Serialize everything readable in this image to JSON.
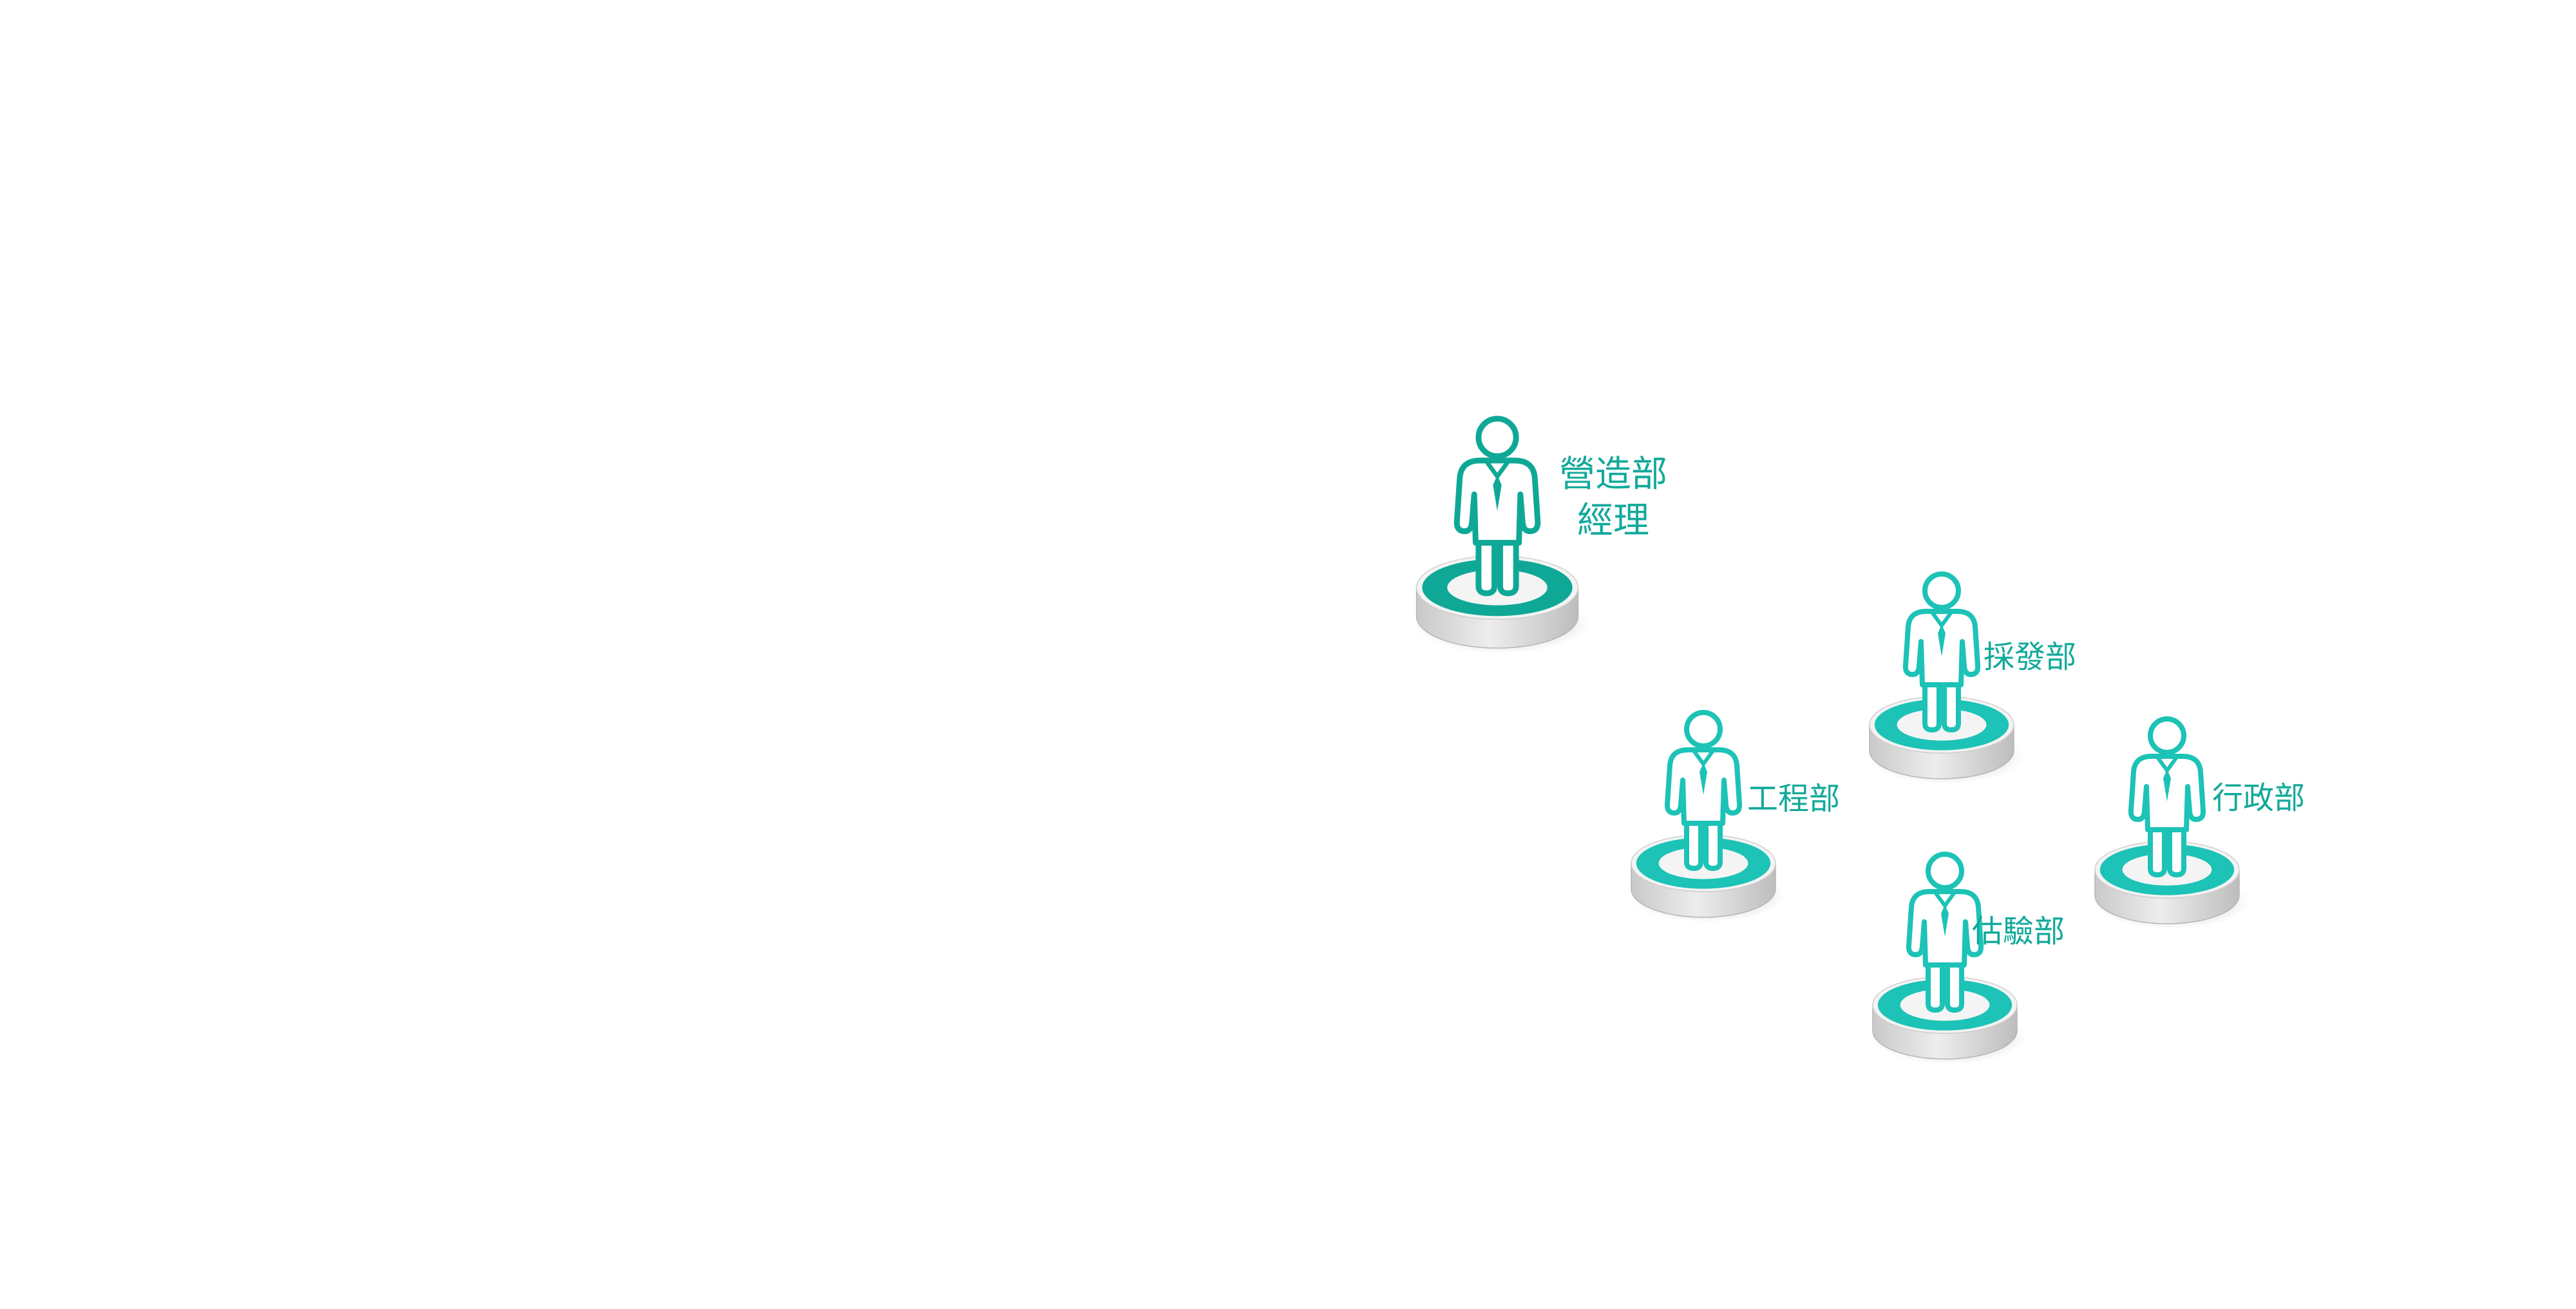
{
  "colors": {
    "manager_accent": "#0fa897",
    "staff_accent": "#1cc3b6",
    "label": "#12a99a",
    "pedestal_top": "#f3f3f3",
    "pedestal_side": "#d8d8d8"
  },
  "manager": {
    "label_lines": [
      "營造部",
      "經理"
    ],
    "icon": "person-icon"
  },
  "departments": [
    {
      "id": "purchasing",
      "label": "採發部",
      "icon": "person-icon"
    },
    {
      "id": "engineering",
      "label": "工程部",
      "icon": "person-icon"
    },
    {
      "id": "administration",
      "label": "行政部",
      "icon": "person-icon"
    },
    {
      "id": "estimation",
      "label": "估驗部",
      "icon": "person-icon"
    }
  ]
}
